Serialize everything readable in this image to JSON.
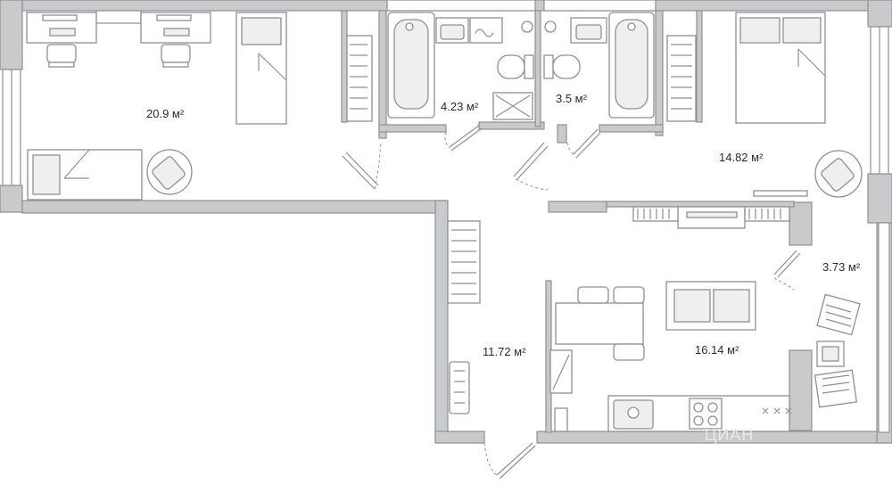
{
  "rooms": [
    {
      "id": "bedroom-left",
      "area": "20.9 м²"
    },
    {
      "id": "bathroom",
      "area": "4.23 м²"
    },
    {
      "id": "toilet",
      "area": "3.5 м²"
    },
    {
      "id": "bedroom-right",
      "area": "14.82 м²"
    },
    {
      "id": "balcony",
      "area": "3.73 м²"
    },
    {
      "id": "hall",
      "area": "11.72 м²"
    },
    {
      "id": "kitchen-living",
      "area": "16.14 м²"
    }
  ],
  "watermark": "ЦИАН"
}
